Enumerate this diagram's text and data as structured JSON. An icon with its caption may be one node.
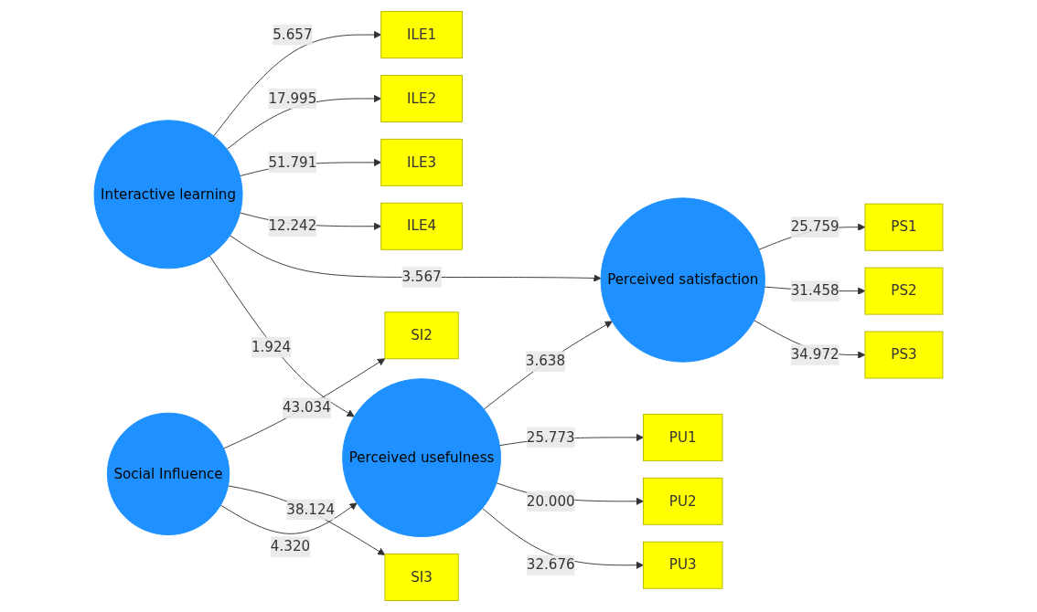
{
  "diagram": {
    "nodes": [
      {
        "text": [
          "ILE1"
        ]
      },
      {
        "text": [
          "ILE2"
        ]
      },
      {
        "text": [
          "ILE3"
        ]
      },
      {
        "text": [
          "ILE4"
        ]
      },
      {
        "text": [
          "Interactive learning"
        ]
      },
      {
        "text": [
          "Perceived satisfaction"
        ]
      },
      {
        "text": [
          "PS1"
        ]
      },
      {
        "text": [
          "PS2"
        ]
      },
      {
        "text": [
          "PS3"
        ]
      },
      {
        "text": [
          "SI2"
        ]
      },
      {
        "text": [
          "SI3"
        ]
      },
      {
        "text": [
          "Social Influence"
        ]
      },
      {
        "text": [
          "Perceived usefulness"
        ]
      },
      {
        "text": [
          "PU1"
        ]
      },
      {
        "text": [
          "PU2"
        ]
      },
      {
        "text": [
          "PU3"
        ]
      }
    ],
    "edges": [
      {
        "from": 4,
        "to": 0,
        "arrow": "to",
        "label": "5.657"
      },
      {
        "from": 4,
        "to": 1,
        "arrow": "to",
        "label": "17.995"
      },
      {
        "from": 4,
        "to": 2,
        "arrow": "to",
        "label": "51.791"
      },
      {
        "from": 4,
        "to": 3,
        "arrow": "to",
        "label": "12.242"
      },
      {
        "from": 4,
        "to": 5,
        "arrow": "to",
        "label": "3.567"
      },
      {
        "from": 5,
        "to": 6,
        "arrow": "to",
        "label": "25.759"
      },
      {
        "from": 5,
        "to": 7,
        "arrow": "to",
        "label": "31.458"
      },
      {
        "from": 5,
        "to": 8,
        "arrow": "to",
        "label": "34.972"
      },
      {
        "from": 4,
        "to": 12,
        "arrow": "to",
        "label": "1.924"
      },
      {
        "from": 12,
        "to": 5,
        "arrow": "to",
        "label": "3.638"
      },
      {
        "from": 11,
        "to": 9,
        "arrow": "to",
        "label": "43.034"
      },
      {
        "from": 11,
        "to": 10,
        "arrow": "to",
        "label": "38.124"
      },
      {
        "from": 11,
        "to": 12,
        "arrow": "to",
        "label": "4.320"
      },
      {
        "from": 12,
        "to": 13,
        "arrow": "to",
        "label": "25.773"
      },
      {
        "from": 12,
        "to": 14,
        "arrow": "to",
        "label": "20.000"
      },
      {
        "from": 12,
        "to": 15,
        "arrow": "to",
        "label": "32.676"
      }
    ]
  }
}
